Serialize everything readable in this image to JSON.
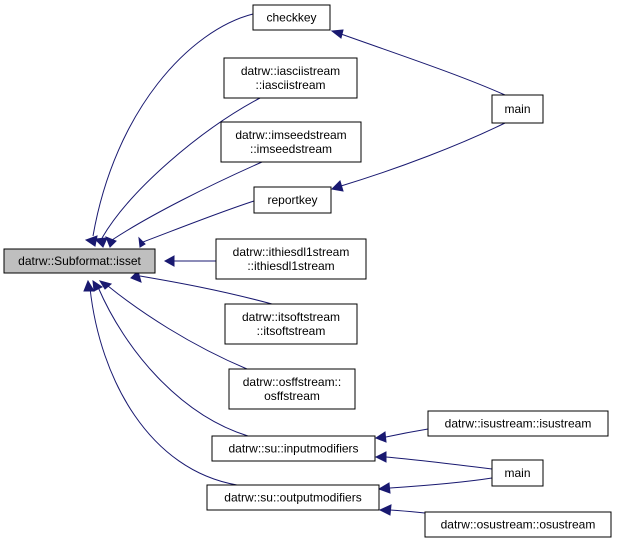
{
  "diagram": {
    "edge_color": "#191970",
    "root_fill": "#bfbfbf",
    "nodes": [
      {
        "id": "isset",
        "lines": [
          "datrw::Subformat::isset"
        ],
        "highlighted": true
      },
      {
        "id": "checkkey",
        "lines": [
          "checkkey"
        ]
      },
      {
        "id": "iascii",
        "lines": [
          "datrw::iasciistream",
          "::iasciistream"
        ]
      },
      {
        "id": "imseed",
        "lines": [
          "datrw::imseedstream",
          "::imseedstream"
        ]
      },
      {
        "id": "reportkey",
        "lines": [
          "reportkey"
        ]
      },
      {
        "id": "ithiesdl1",
        "lines": [
          "datrw::ithiesdl1stream",
          "::ithiesdl1stream"
        ]
      },
      {
        "id": "itsoft",
        "lines": [
          "datrw::itsoftstream",
          "::itsoftstream"
        ]
      },
      {
        "id": "osff",
        "lines": [
          "datrw::osffstream::",
          "osffstream"
        ]
      },
      {
        "id": "inputmod",
        "lines": [
          "datrw::su::inputmodifiers"
        ]
      },
      {
        "id": "outputmod",
        "lines": [
          "datrw::su::outputmodifiers"
        ]
      },
      {
        "id": "main1",
        "lines": [
          "main"
        ]
      },
      {
        "id": "isustream",
        "lines": [
          "datrw::isustream::isustream"
        ]
      },
      {
        "id": "main2",
        "lines": [
          "main"
        ]
      },
      {
        "id": "osustream",
        "lines": [
          "datrw::osustream::osustream"
        ]
      }
    ],
    "edges": [
      {
        "from": "checkkey",
        "to": "isset"
      },
      {
        "from": "iascii",
        "to": "isset"
      },
      {
        "from": "imseed",
        "to": "isset"
      },
      {
        "from": "reportkey",
        "to": "isset"
      },
      {
        "from": "ithiesdl1",
        "to": "isset"
      },
      {
        "from": "itsoft",
        "to": "isset"
      },
      {
        "from": "osff",
        "to": "isset"
      },
      {
        "from": "inputmod",
        "to": "isset"
      },
      {
        "from": "outputmod",
        "to": "isset"
      },
      {
        "from": "main1",
        "to": "checkkey"
      },
      {
        "from": "main1",
        "to": "reportkey"
      },
      {
        "from": "isustream",
        "to": "inputmod"
      },
      {
        "from": "main2",
        "to": "inputmod"
      },
      {
        "from": "main2",
        "to": "outputmod"
      },
      {
        "from": "osustream",
        "to": "outputmod"
      }
    ]
  }
}
